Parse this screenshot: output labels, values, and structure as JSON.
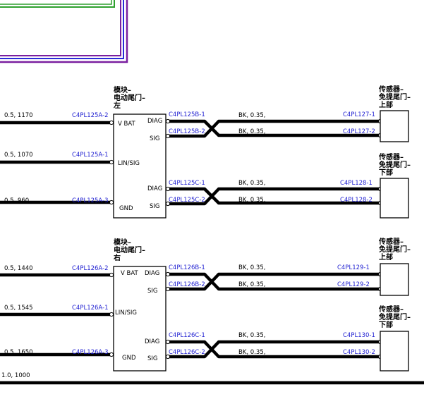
{
  "modules": [
    {
      "name_lines": [
        "模块–",
        "电动尾门–",
        "左"
      ],
      "inputs": [
        {
          "wire": "0.5, 1170",
          "connector": "C4PL125A-2",
          "pin_label": "V BAT"
        },
        {
          "wire": "0.5, 1070",
          "connector": "C4PL125A-1",
          "pin_label": "LIN/SIG"
        },
        {
          "wire": "0.5, 960",
          "connector": "C4PL125A-3",
          "pin_label": "GND"
        }
      ],
      "right_labels": [
        "DIAG",
        "SIG",
        "DIAG",
        "SIG"
      ],
      "pairs": [
        {
          "left_connectors": [
            "C4PL125B-1",
            "C4PL125B-2"
          ],
          "wire_specs": [
            "BK, 0.35,",
            "BK, 0.35,"
          ],
          "right_connectors": [
            "C4PL127-1",
            "C4PL127-2"
          ],
          "sensor_lines": [
            "传感器–",
            "免提尾门–",
            "上部"
          ]
        },
        {
          "left_connectors": [
            "C4PL125C-1",
            "C4PL125C-2"
          ],
          "wire_specs": [
            "BK, 0.35,",
            "BK, 0.35,"
          ],
          "right_connectors": [
            "C4PL128-1",
            "C4PL128-2"
          ],
          "sensor_lines": [
            "传感器–",
            "免提尾门–",
            "下部"
          ]
        }
      ]
    },
    {
      "name_lines": [
        "模块–",
        "电动尾门–",
        "右"
      ],
      "inputs": [
        {
          "wire": "0.5, 1440",
          "connector": "C4PL126A-2",
          "pin_label": "V BAT"
        },
        {
          "wire": "0.5, 1545",
          "connector": "C4PL126A-1",
          "pin_label": "LIN/SIG"
        },
        {
          "wire": "0.5, 1650",
          "connector": "C4PL126A-3",
          "pin_label": "GND"
        }
      ],
      "right_labels": [
        "DIAG",
        "SIG",
        "DIAG",
        "SIG"
      ],
      "pairs": [
        {
          "left_connectors": [
            "C4PL126B-1",
            "C4PL126B-2"
          ],
          "wire_specs": [
            "BK, 0.35,",
            "BK, 0.35,"
          ],
          "right_connectors": [
            "C4PL129-1",
            "C4PL129-2"
          ],
          "sensor_lines": [
            "传感器–",
            "免提尾门–",
            "上部"
          ]
        },
        {
          "left_connectors": [
            "C4PL126C-1",
            "C4PL126C-2"
          ],
          "wire_specs": [
            "BK, 0.35,",
            "BK, 0.35,"
          ],
          "right_connectors": [
            "C4PL130-1",
            "C4PL130-2"
          ],
          "sensor_lines": [
            "传感器–",
            "免提尾门–",
            "下部"
          ]
        }
      ]
    }
  ],
  "ground_wire": "1.0, 1000",
  "colors": {
    "frame_purple": "#7a1fa0",
    "frame_blue": "#2a2ad8",
    "frame_green": "#2ea02e",
    "connector_text": "#1f1fd1"
  }
}
